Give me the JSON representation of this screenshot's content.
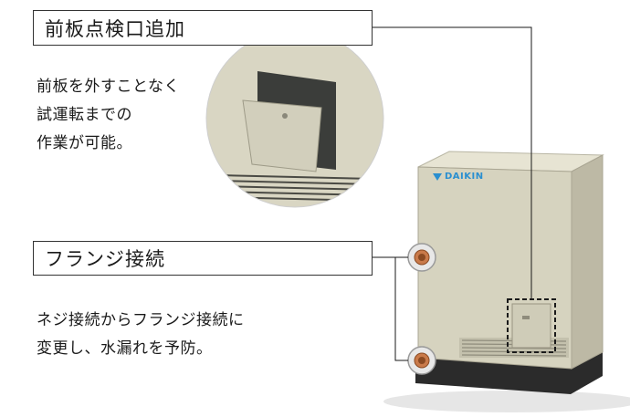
{
  "feature_top": {
    "title": "前板点検口追加",
    "description": "前板を外すことなく\n試運転までの\n作業が可能。"
  },
  "feature_bottom": {
    "title": "フランジ接続",
    "description": "ネジ接続からフランジ接続に\n変更し、水漏れを予防。"
  },
  "unit": {
    "brand": "DAIKIN",
    "body_color": "#d8d5c2",
    "brand_color": "#2a8fd0"
  }
}
